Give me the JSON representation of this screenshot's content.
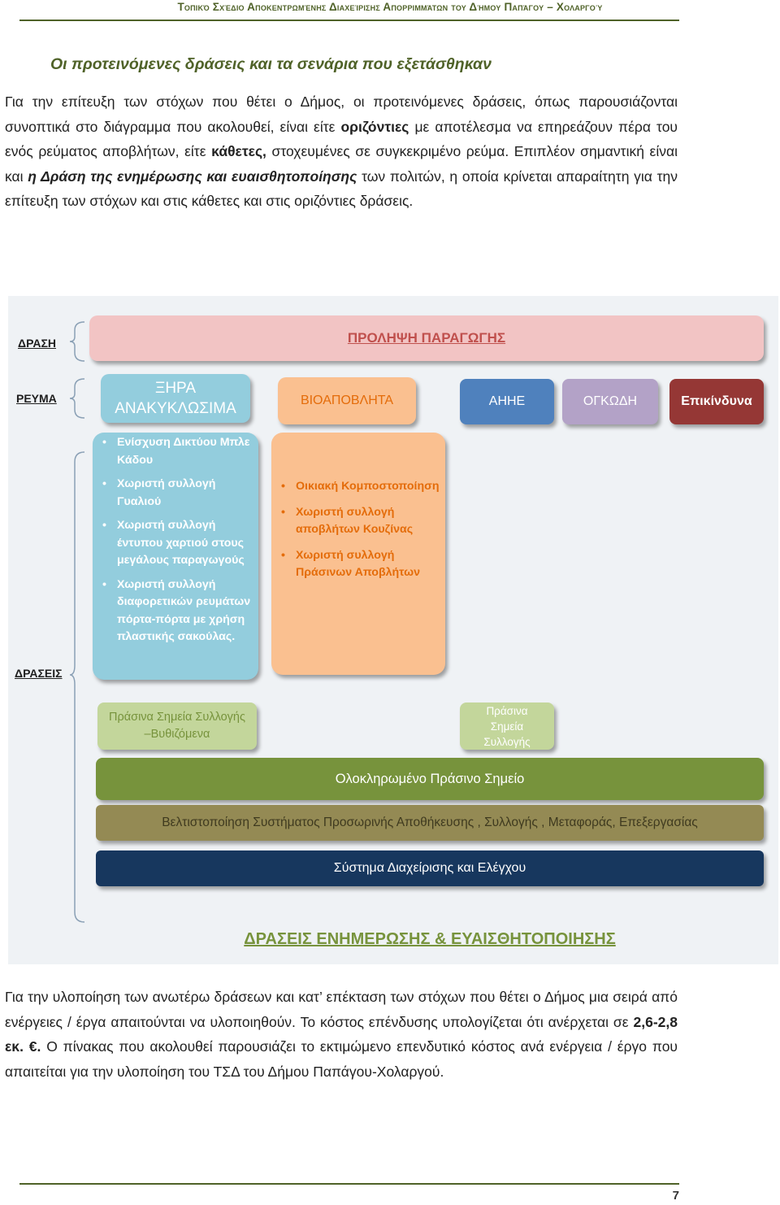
{
  "header": {
    "title": "Τοπικό Σχέδιο Αποκεντρωμένης Διαχείρισης Απορριμμάτων του Δήμου Παπάγου – Χολαργού"
  },
  "section": {
    "title": "Οι προτεινόμενες δράσεις και τα σενάρια που εξετάσθηκαν"
  },
  "intro": {
    "t1": "Για την επίτευξη των στόχων που θέτει ο Δήμος, οι προτεινόμενες δράσεις, όπως παρουσιάζονται συνοπτικά στο διάγραμμα που ακολουθεί, είναι είτε ",
    "b1": "οριζόντιες",
    "t2": " με αποτέλεσμα να επηρεάζουν πέρα του ενός ρεύματος αποβλήτων, είτε ",
    "b2": "κάθετες,",
    "t3": " στοχευμένες σε συγκεκριμένο ρεύμα. Επιπλέον σημαντική είναι και ",
    "bi": "η Δράση της ενημέρωσης και ευαισθητοποίησης",
    "t4": " των πολιτών, η οποία κρίνεται απαραίτητη για την επίτευξη των στόχων και στις κάθετες και στις οριζόντιες δράσεις."
  },
  "diagram": {
    "labels": {
      "drasi": "ΔΡΑΣΗ",
      "revma": "ΡΕΥΜΑ",
      "draseis": "ΔΡΑΣΕΙΣ"
    },
    "prevention": "ΠΡΟΛΗΨΗ ΠΑΡΑΓΩΓΗΣ",
    "streams": {
      "dry": "ΞΗΡΑ ΑΝΑΚΥΚΛΩΣΙΜΑ",
      "bio": "ΒΙΟΑΠΟΒΛΗΤΑ",
      "weee": "ΑΗΗΕ",
      "bulky": "ΟΓΚΩΔΗ",
      "hazardous": "Επικίνδυνα"
    },
    "dry_actions": [
      "Ενίσχυση Δικτύου Μπλε Κάδου",
      "Χωριστή συλλογή Γυαλιού",
      "Χωριστή συλλογή έντυπου χαρτιού στους μεγάλους παραγωγούς",
      "Χωριστή συλλογή διαφορετικών ρευμάτων πόρτα-πόρτα με χρήση πλαστικής σακούλας."
    ],
    "bio_actions": [
      "Οικιακή Κομποστοποίηση",
      "Χωριστή συλλογή αποβλήτων Κουζίνας",
      "Χωριστή συλλογή Πράσινων Αποβλήτων"
    ],
    "green_points_underground": "Πράσινα Σημεία Συλλογής –Βυθιζόμενα",
    "green_points": "Πράσινα Σημεία Συλλογής",
    "integrated_green_point": "Ολοκληρωμένο Πράσινο Σημείο",
    "optimization": "Βελτιστοποίηση Συστήματος Προσωρινής Αποθήκευσης , Συλλογής , Μεταφοράς, Επεξεργασίας",
    "management_system": "Σύστημα Διαχείρισης και Ελέγχου",
    "awareness": "ΔΡΑΣΕΙΣ ΕΝΗΜΕΡΩΣΗΣ & ΕΥΑΙΣΘΗΤΟΠΟΙΗΣΗΣ"
  },
  "closing": {
    "t1": "Για την υλοποίηση των ανωτέρω δράσεων και κατ’ επέκταση των στόχων που θέτει ο Δήμος μια σειρά από ενέργειες / έργα απαιτούνται να υλοποιηθούν. Το κόστος επένδυσης υπολογίζεται ότι ανέρχεται σε ",
    "b1": "2,6-2,8 εκ. €.",
    "t2": " Ο πίνακας που ακολουθεί παρουσιάζει το εκτιμώμενο επενδυτικό κόστος ανά ενέργεια / έργο που απαιτείται για την υλοποίηση του ΤΣΔ του Δήμου Παπάγου-Χολαργού."
  },
  "footer": {
    "page_number": "7"
  },
  "colors": {
    "header_green": "#4f6228",
    "prevention": "#f2c4c4",
    "dry": "#93cddd",
    "bio": "#fac090",
    "weee": "#4f81bd",
    "bulky": "#b3a2c7",
    "hazardous": "#953735",
    "light_green": "#c3d69b",
    "green": "#77933c",
    "olive": "#948a54",
    "navy": "#17375e"
  }
}
